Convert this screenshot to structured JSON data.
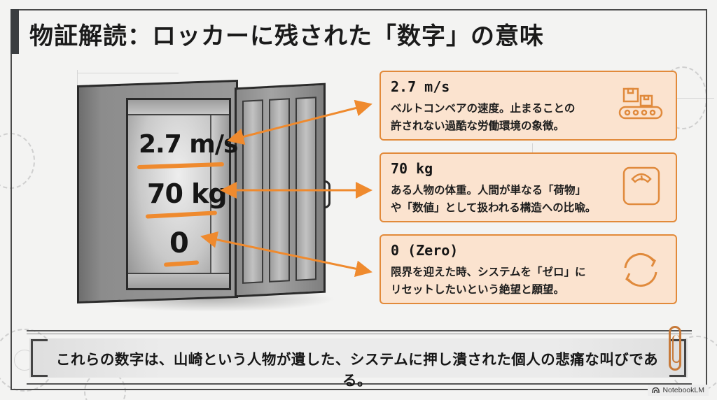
{
  "header": {
    "title": "物証解読：ロッカーに残された「数字」の意味"
  },
  "illustration": {
    "subject": "open-metal-locker",
    "handwritten_numbers": [
      {
        "text": "2.7 m/s"
      },
      {
        "text": "70 kg"
      },
      {
        "text": "0"
      }
    ],
    "accent_color": "#ef8a2e"
  },
  "cards": [
    {
      "title": "2.7 m/s",
      "description_line1": "ベルトコンベアの速度。止まることの",
      "description_line2": "許されない過酷な労働環境の象徴。",
      "icon": "conveyor-belt-icon"
    },
    {
      "title": "70 kg",
      "description_line1": "ある人物の体重。人間が単なる「荷物」",
      "description_line2": "や「数値」として扱われる構造への比喩。",
      "icon": "weighing-scale-icon"
    },
    {
      "title": "0 (Zero)",
      "description_line1": "限界を迎えた時、システムを「ゼロ」に",
      "description_line2": "リセットしたいという絶望と願望。",
      "icon": "refresh-cycle-icon"
    }
  ],
  "footer": {
    "conclusion": "これらの数字は、山崎という人物が遺した、システムに押し潰された個人の悲痛な叫びである。"
  },
  "brand": {
    "label": "NotebookLM"
  },
  "colors": {
    "card_bg": "#fbe3cf",
    "card_border": "#e28a3a",
    "arrow": "#ef8a2e",
    "frame": "#4a4a4a",
    "background": "#f3f3f2"
  }
}
